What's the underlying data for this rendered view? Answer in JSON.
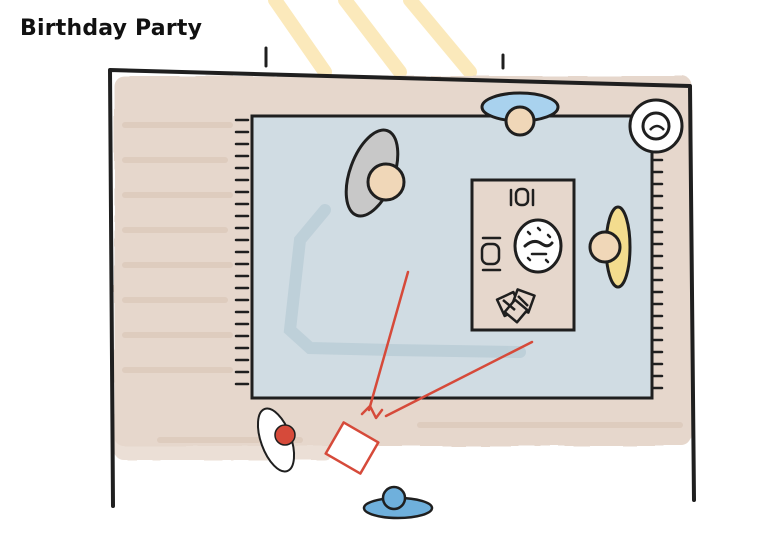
{
  "scene": {
    "title": "Birthday Party"
  },
  "palette": {
    "floor": "#e6d7cc",
    "rug": "#d0dce3",
    "rug_shadow": "#b6cad4",
    "table": "#e6d7cc",
    "person_skin": "#f0d7b8",
    "chair_blue": "#a9d2ee",
    "chair_yellow": "#f3dc8e",
    "chair_gray": "#c8c8c8",
    "chair_blue_small": "#6fb0dc",
    "accent_red": "#d64a3a",
    "sunlight": "#fbe7b4",
    "ink": "#1f1f1f"
  },
  "icons": [
    "sunlight-rays",
    "window-marks",
    "camera-icon",
    "cake-icon",
    "gift-icon",
    "place-setting-icon",
    "plant-icon",
    "ball-icon"
  ]
}
